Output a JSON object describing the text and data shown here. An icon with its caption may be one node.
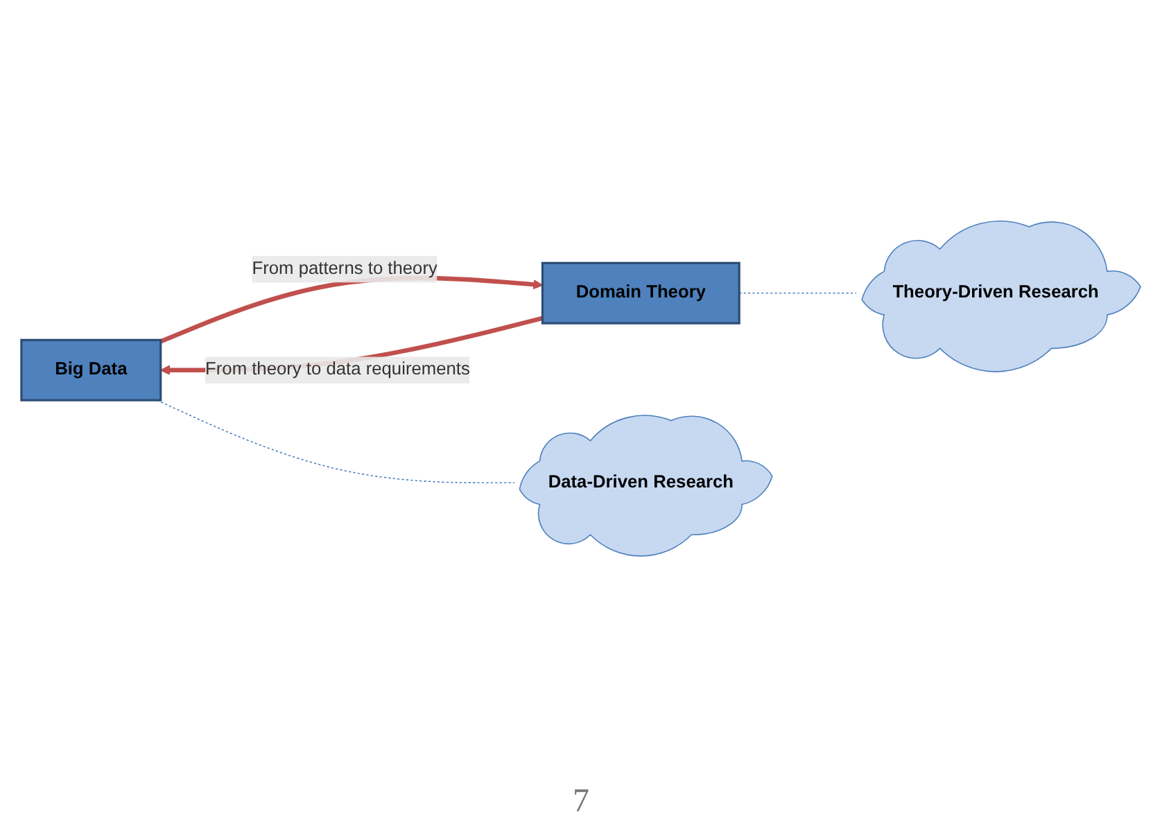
{
  "diagram": {
    "nodes": [
      {
        "text": [
          "Big Data"
        ]
      },
      {
        "text": [
          "Domain Theory"
        ]
      },
      {
        "text": [
          "Data-Driven Research"
        ]
      },
      {
        "text": [
          "Theory-Driven Research"
        ]
      }
    ],
    "edges": [
      {
        "from": 0,
        "to": 1,
        "arrow": "to",
        "label": "From patterns to theory",
        "style": "thick",
        "color": "#c0504d"
      },
      {
        "from": 1,
        "to": 0,
        "arrow": "to",
        "label": "From theory to data requirements",
        "style": "thick",
        "color": "#c0504d"
      },
      {
        "from": 0,
        "to": 2,
        "arrow": "none",
        "style": "dashed",
        "color": "#4f81bd"
      },
      {
        "from": 1,
        "to": 3,
        "arrow": "none",
        "style": "dashed",
        "color": "#4f81bd"
      }
    ],
    "labels": [
      "7"
    ]
  }
}
